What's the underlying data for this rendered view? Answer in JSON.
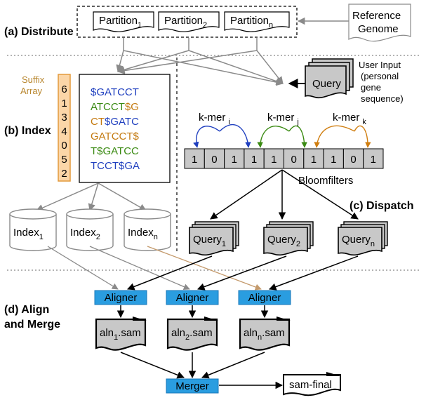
{
  "stages": {
    "distribute": "(a) Distribute",
    "index": "(b) Index",
    "dispatch": "(c) Dispatch",
    "align_line1": "(d) Align",
    "align_line2": "and Merge"
  },
  "partitions": [
    {
      "base": "Partition",
      "sub": "1"
    },
    {
      "base": "Partition",
      "sub": "2"
    },
    {
      "base": "Partition",
      "sub": "n"
    }
  ],
  "reference": {
    "line1": "Reference",
    "line2": "Genome"
  },
  "suffix_array": {
    "label_line1": "Suffix",
    "label_line2": "Array",
    "values": [
      "6",
      "1",
      "3",
      "4",
      "0",
      "5",
      "2"
    ]
  },
  "suffixes": [
    {
      "segs": [
        {
          "t": "$GATCCT",
          "c": "blue"
        }
      ]
    },
    {
      "segs": [
        {
          "t": "ATCCT",
          "c": "green"
        },
        {
          "t": "$G",
          "c": "orange"
        }
      ]
    },
    {
      "segs": [
        {
          "t": "CT",
          "c": "orange"
        },
        {
          "t": "$GATC",
          "c": "blue"
        }
      ]
    },
    {
      "segs": [
        {
          "t": "GATCCT$",
          "c": "orange"
        }
      ]
    },
    {
      "segs": [
        {
          "t": "T$GATCC",
          "c": "green"
        }
      ]
    },
    {
      "segs": [
        {
          "t": "TCCT$GA",
          "c": "blue"
        }
      ]
    }
  ],
  "indexes": [
    {
      "base": "Index",
      "sub": "1"
    },
    {
      "base": "Index",
      "sub": "2"
    },
    {
      "base": "Index",
      "sub": "n"
    }
  ],
  "query": {
    "label": "Query",
    "user_input": [
      "User Input",
      "(personal",
      "gene",
      "sequence)"
    ]
  },
  "kmers": [
    {
      "base": "k-mer",
      "sub": "i",
      "color": "#1f3fbf"
    },
    {
      "base": "k-mer",
      "sub": "j",
      "color": "#3a8a12"
    },
    {
      "base": "k-mer",
      "sub": "k",
      "color": "#d07e10"
    }
  ],
  "bloom": {
    "bits": [
      "1",
      "0",
      "1",
      "1",
      "1",
      "0",
      "1",
      "1",
      "0",
      "1"
    ],
    "label": "Bloomfilters"
  },
  "dispatched": [
    {
      "base": "Query",
      "sub": "1"
    },
    {
      "base": "Query",
      "sub": "2"
    },
    {
      "base": "Query",
      "sub": "n"
    }
  ],
  "aligner_label": "Aligner",
  "alignments": [
    {
      "pre": "aln",
      "sub": "1",
      "post": ".sam"
    },
    {
      "pre": "aln",
      "sub": "2",
      "post": ".sam"
    },
    {
      "pre": "aln",
      "sub": "n",
      "post": ".sam"
    }
  ],
  "merger": "Merger",
  "final": "sam-final",
  "colors": {
    "blue": "#1f3fbf",
    "green": "#3a8a12",
    "orange": "#c47a10",
    "aligner": "#2a9de0",
    "suffix_fill": "#fbd6a8",
    "suffix_stroke": "#e39a3c",
    "gray_fill": "#c8c8c8"
  }
}
